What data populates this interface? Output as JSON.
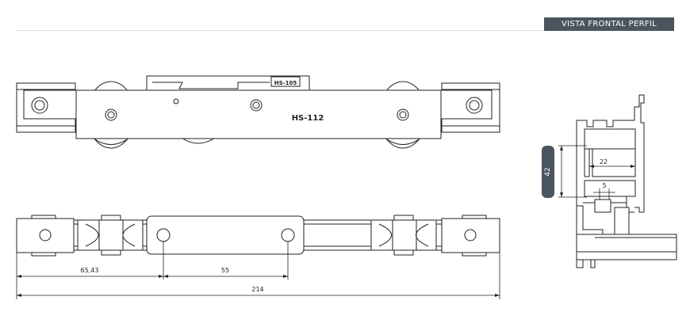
{
  "header": {
    "title": "VISTA FRONTAL PERFIL"
  },
  "front_view": {
    "model_label": "HS-112",
    "clip_label": "HS-105"
  },
  "bottom_view": {
    "dim_left": "65,43",
    "dim_mid": "55",
    "dim_total": "214"
  },
  "profile": {
    "height_dim": "42",
    "inner_width_dim": "22",
    "gap_dim": "5"
  }
}
